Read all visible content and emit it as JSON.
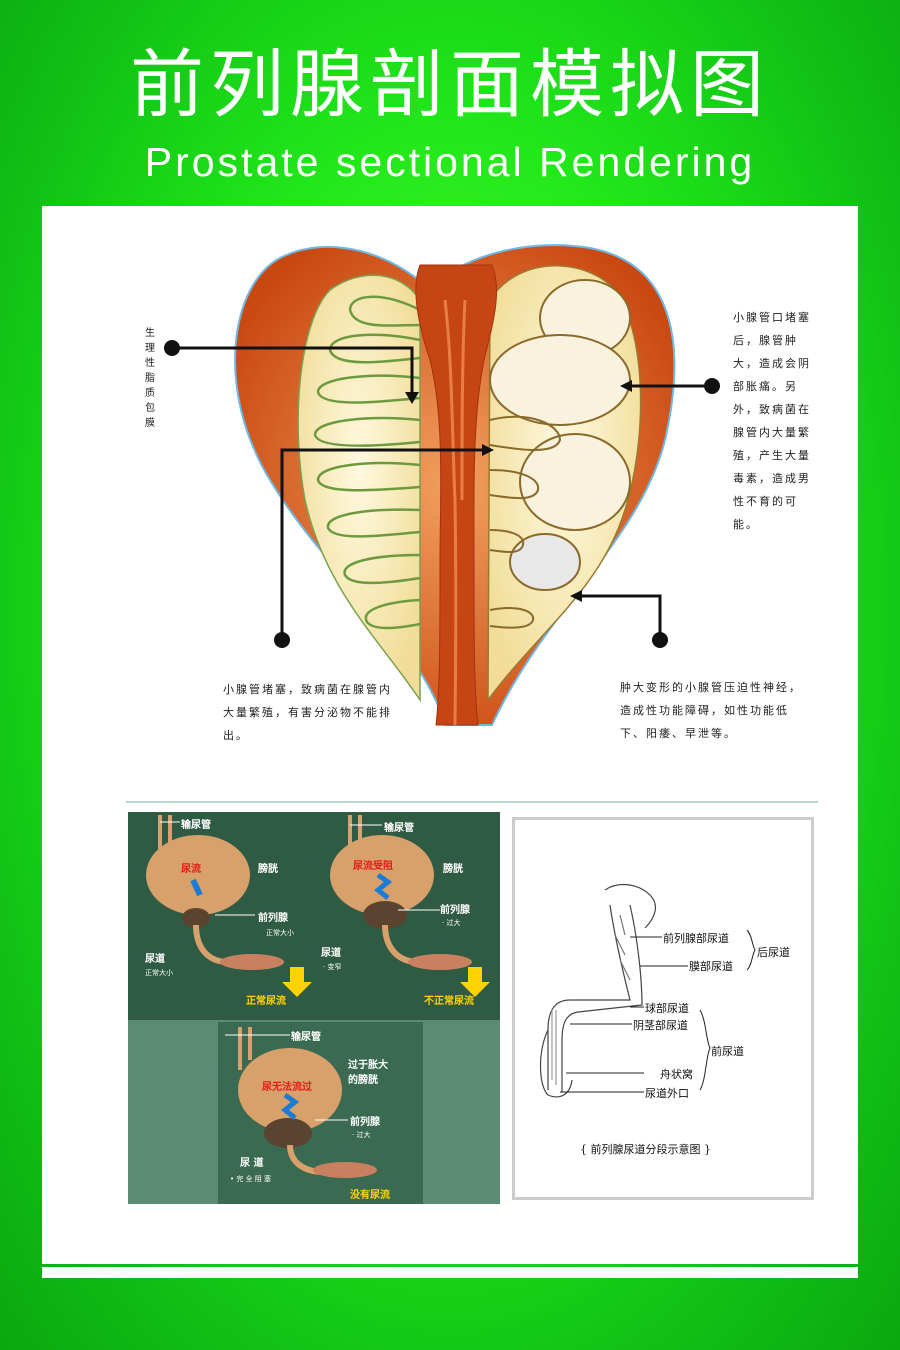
{
  "header": {
    "title_cn": "前列腺剖面模拟图",
    "title_en": "Prostate sectional Rendering"
  },
  "diagram": {
    "label_left_vertical": "生理性脂质包膜",
    "note_right": "小腺管口堵塞后，腺管肿大，造成会阴部胀痛。另外，致病菌在腺管内大量繁殖，产生大量毒素，造成男性不育的可能。",
    "note_bottom_left": "小腺管堵塞，致病菌在腺管内大量繁殖，有害分泌物不能排出。",
    "note_bottom_right": "肿大变形的小腺管压迫性神经，造成性功能障碍，如性功能低下、阳痿、早泄等。"
  },
  "flow_panels": {
    "top_left": {
      "ureter": "输尿管",
      "bladder": "膀胱",
      "flow": "尿流",
      "prostate": "前列腺",
      "prostate_size": "正常大小",
      "urethra": "尿道",
      "urethra_size": "正常大小",
      "result": "正常尿流"
    },
    "top_right": {
      "ureter": "输尿管",
      "bladder": "膀胱",
      "flow": "尿流受阻",
      "prostate": "前列腺",
      "prostate_size": "· 过大",
      "urethra": "尿道",
      "urethra_size": "· 变窄",
      "result": "不正常尿流"
    },
    "bottom": {
      "ureter": "输尿管",
      "bladder": "过于胀大\n的膀胱",
      "flow": "尿无法流过",
      "prostate": "前列腺",
      "prostate_size": "· 过大",
      "urethra": "尿 道",
      "urethra_size": "• 完 全 阻 塞",
      "result": "没有尿流"
    }
  },
  "urethra_chart": {
    "labels": [
      "前列腺部尿道",
      "膜部尿道",
      "后尿道",
      "球部尿道",
      "阴茎部尿道",
      "前尿道",
      "舟状窝",
      "尿道外口"
    ],
    "caption": "{  前列腺尿道分段示意图  }"
  },
  "colors": {
    "background_green": "#22e81a",
    "panel_white": "#ffffff",
    "flow_panel_dark": "#2f5b44",
    "tissue_orange": "#d2541a",
    "gland_yellow": "#f6e9b2"
  }
}
